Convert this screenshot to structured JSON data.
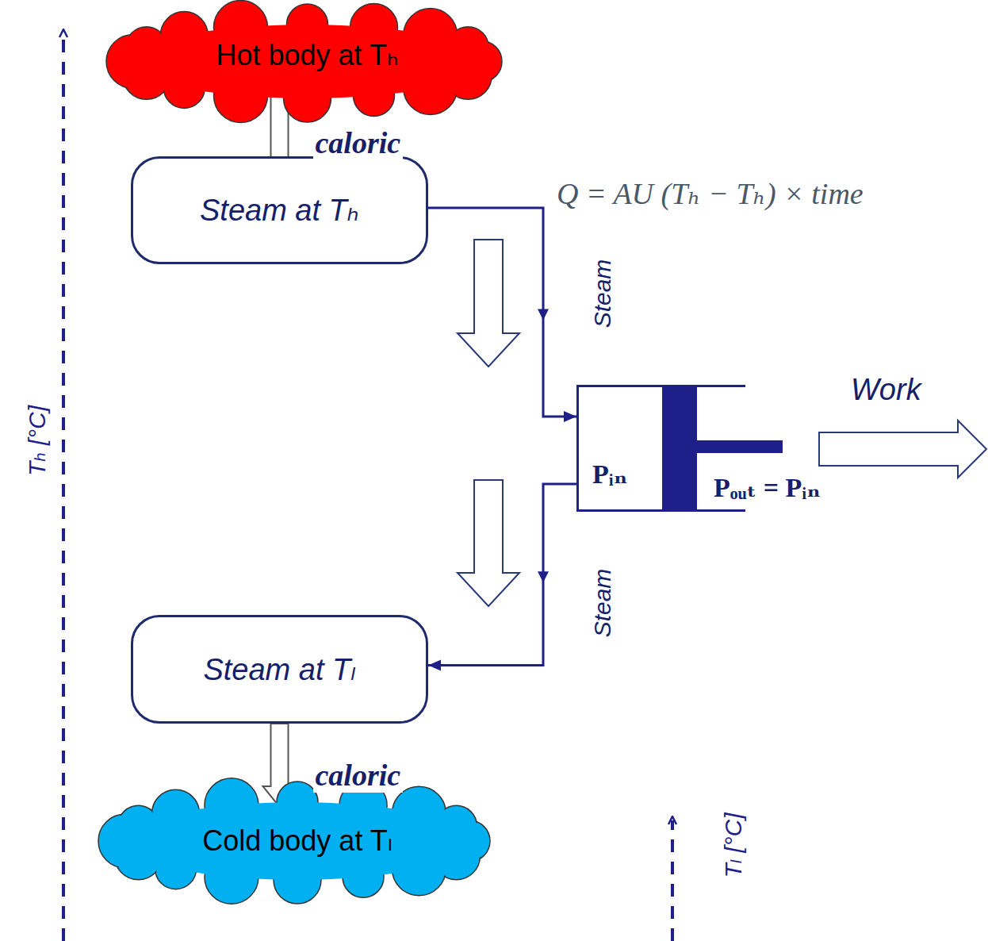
{
  "diagram": {
    "nodes": [
      {
        "text": [
          "Hot body at Tₕ"
        ]
      },
      {
        "text": [
          "Steam at Tₕ"
        ]
      },
      {
        "text": [
          "Pᵢₙ"
        ]
      },
      {
        "text": [
          "Steam at Tₗ"
        ]
      },
      {
        "text": [
          "Cold body at Tₗ"
        ]
      }
    ],
    "edges": [
      {
        "from": 0,
        "to": 1,
        "arrow": "to",
        "label": "caloric"
      },
      {
        "from": 1,
        "to": 2,
        "arrow": "to",
        "label": "Steam"
      },
      {
        "from": 2,
        "to": 3,
        "arrow": "to",
        "label": "Steam"
      },
      {
        "from": 3,
        "to": 4,
        "arrow": "to",
        "label": "caloric"
      }
    ],
    "labels": [
      "Q = AU (Tₕ − Tₕ) × time",
      "Work",
      "Pₒᵤₜ = Pᵢₙ",
      "Tₕ [°C]",
      "Tₗ [°C]"
    ]
  }
}
